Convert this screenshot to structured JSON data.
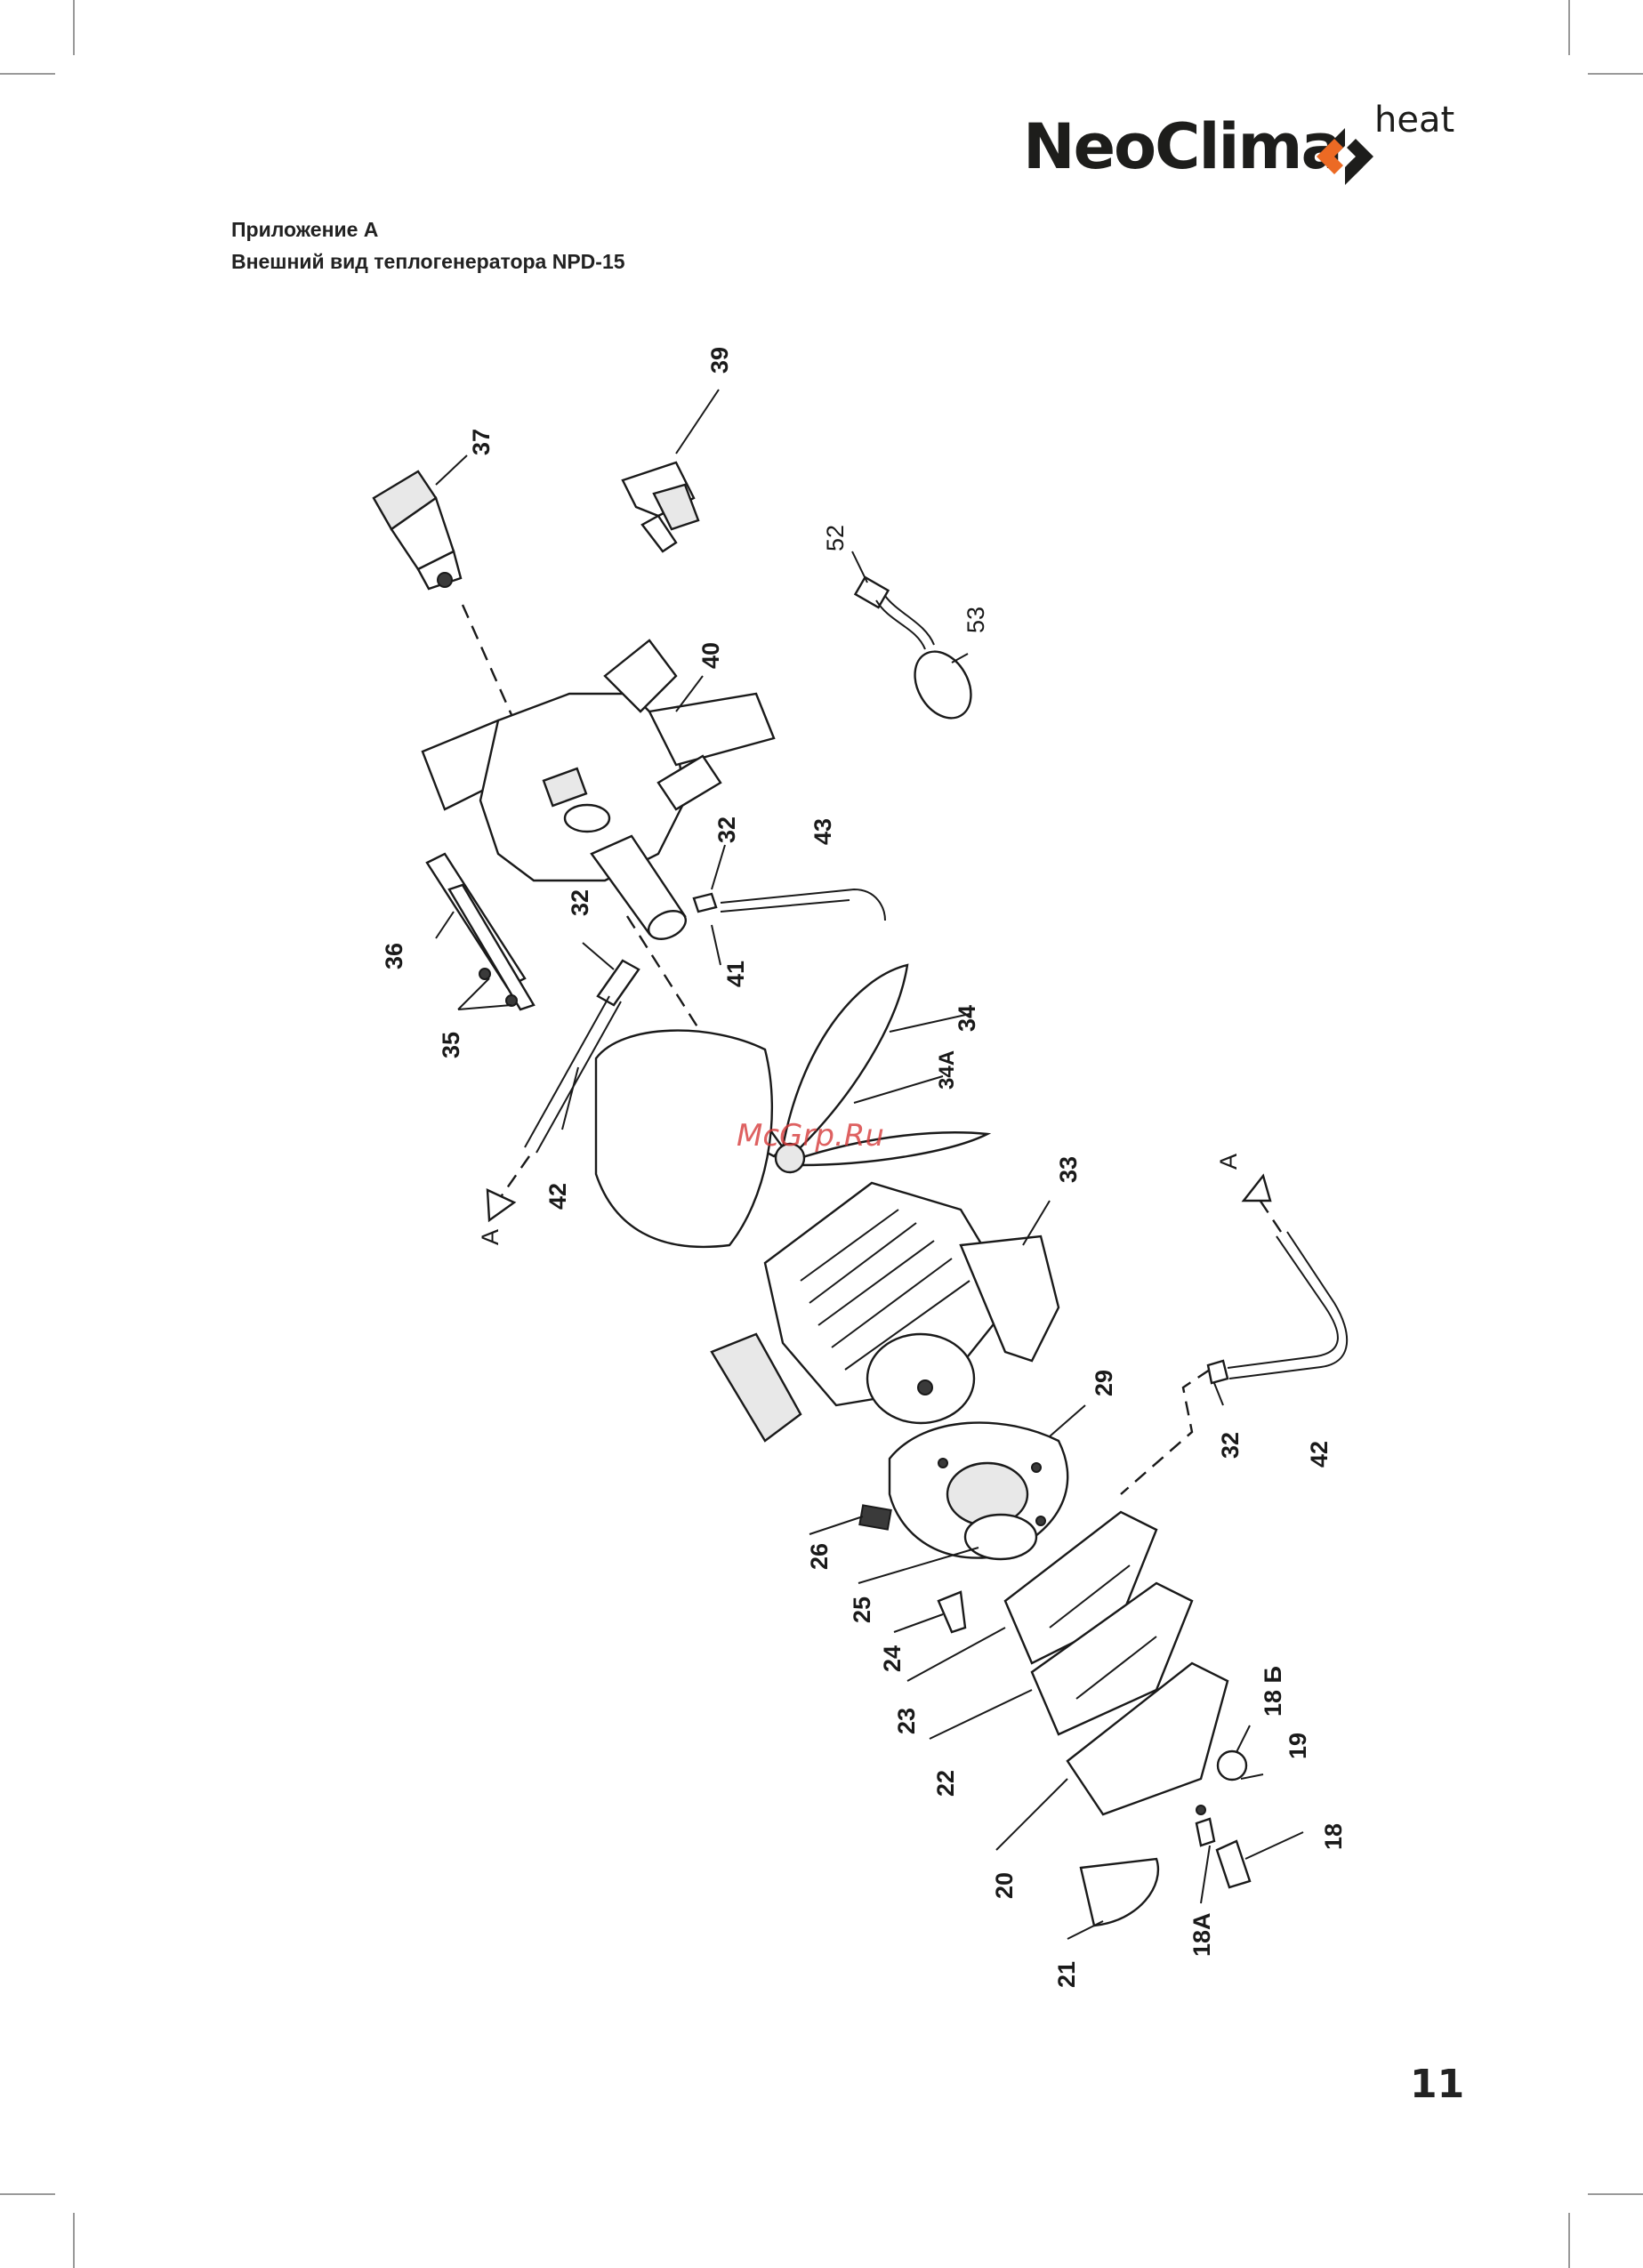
{
  "brand": {
    "name": "NeoClima",
    "suffix": "heat",
    "accent_orange": "#ec6a24",
    "dark": "#1d1d1b"
  },
  "heading": {
    "line1": "Приложение А",
    "line2": "Внешний вид теплогенератора NPD-15"
  },
  "diagram": {
    "watermark": "McGrp.Ru",
    "labels": {
      "p37": "37",
      "p39": "39",
      "p52": "52",
      "p53": "53",
      "p40": "40",
      "p32a": "32",
      "p43": "43",
      "p41": "41",
      "p32b": "32",
      "p36": "36",
      "p35": "35",
      "p34": "34",
      "p34a": "34A",
      "p42a": "42",
      "arrowA1": "A",
      "p33": "33",
      "arrowA2": "A",
      "p29": "29",
      "p32c": "32",
      "p42b": "42",
      "p26": "26",
      "p25": "25",
      "p24": "24",
      "p23": "23",
      "p22": "22",
      "p18b": "18 Б",
      "p19": "19",
      "p18": "18",
      "p20": "20",
      "p21": "21",
      "p18a": "18A"
    }
  },
  "page_number": "11"
}
